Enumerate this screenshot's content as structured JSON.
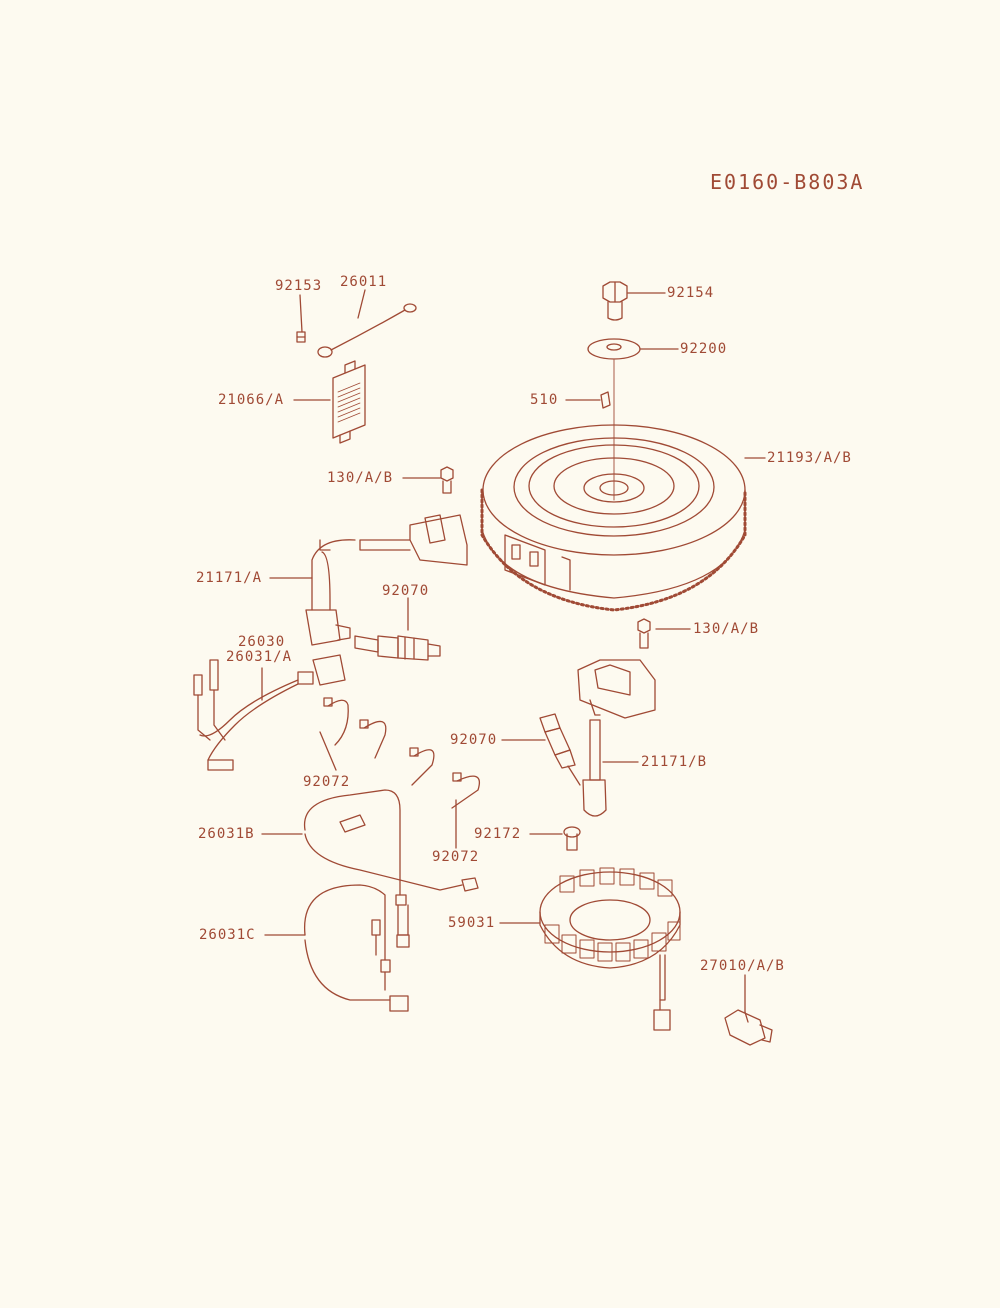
{
  "diagram_code": "E0160-B803A",
  "colors": {
    "ink": "#a04a35",
    "paper": "#fdfaf0"
  },
  "labels": {
    "p92153": "92153",
    "p26011": "26011",
    "p21066": "21066/A",
    "p92154": "92154",
    "p92200": "92200",
    "p510": "510",
    "p21193": "21193/A/B",
    "p130a": "130/A/B",
    "p21171a": "21171/A",
    "p92070a": "92070",
    "p26030": "26030",
    "p26031a": "26031/A",
    "p130b": "130/A/B",
    "p92070b": "92070",
    "p21171b": "21171/B",
    "p92072a": "92072",
    "p92072b": "92072",
    "p26031b": "26031B",
    "p92172": "92172",
    "p26031c": "26031C",
    "p59031": "59031",
    "p27010": "27010/A/B"
  }
}
